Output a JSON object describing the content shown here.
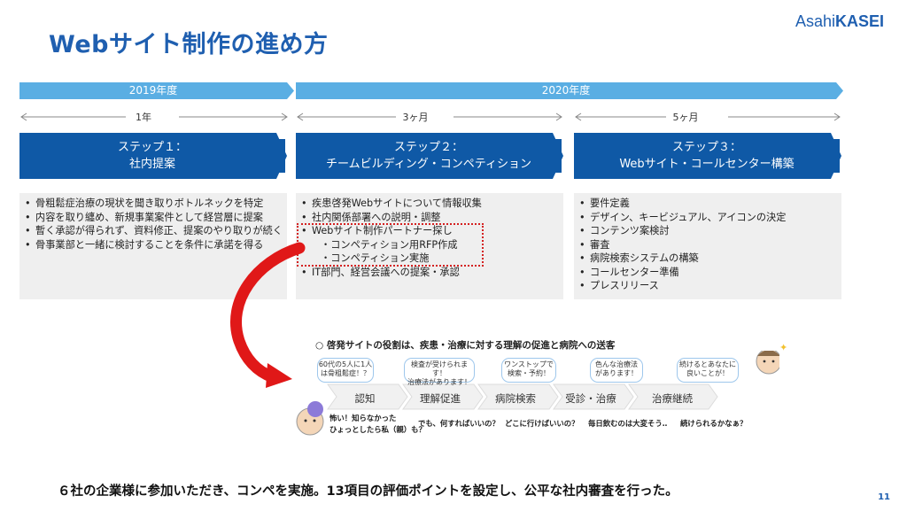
{
  "header": {
    "title": "Webサイト制作の進め方",
    "logo_prefix": "Asahi",
    "logo_bold": "KASEI"
  },
  "timeline": {
    "years": [
      "2019年度",
      "2020年度"
    ],
    "durations": [
      "1年",
      "3ヶ月",
      "5ヶ月"
    ]
  },
  "steps": [
    {
      "line1": "ステップ１：",
      "line2": "社内提案"
    },
    {
      "line1": "ステップ２：",
      "line2": "チームビルディング・コンペティション"
    },
    {
      "line1": "ステップ３：",
      "line2": "Webサイト・コールセンター構築"
    }
  ],
  "panels": {
    "p1": [
      "骨粗鬆症治療の現状を聞き取りボトルネックを特定",
      "内容を取り纏め、新規事業案件として経営層に提案",
      "暫く承認が得られず、資料修正、提案のやり取りが続く",
      "骨事業部と一緒に検討することを条件に承諾を得る"
    ],
    "p2": {
      "items_before": [
        "疾患啓発Webサイトについて情報収集",
        "社内関係部署への説明・調整"
      ],
      "highlight_item": "Webサイト制作パートナー探し",
      "sub_items": [
        "・コンペティション用RFP作成",
        "・コンペティション実施"
      ],
      "items_after": [
        "IT部門、経営会議への提案・承認"
      ]
    },
    "p3": [
      "要件定義",
      "デザイン、キービジュアル、アイコンの決定",
      "コンテンツ案検討",
      "審査",
      "病院検索システムの構築",
      "コールセンター準備",
      "プレスリリース"
    ]
  },
  "flow": {
    "title": "○ 啓発サイトの役割は、疾患・治療に対する理解の促進と病院への送客",
    "bubbles": [
      [
        "60代の5人に1人",
        "は骨粗鬆症！？"
      ],
      [
        "検査が受けられます！",
        "治療法があります！"
      ],
      [
        "ワンストップで",
        "検索・予約！"
      ],
      [
        "色んな治療法",
        "があります！"
      ],
      [
        "続けるとあなたに",
        "良いことが！"
      ]
    ],
    "stages": [
      "認知",
      "理解促進",
      "病院検索",
      "受診・治療",
      "治療継続"
    ],
    "questions": [
      [
        "怖い！知らなかった",
        "ひょっとしたら私（親）も？"
      ],
      [
        "でも、何すればいいの？"
      ],
      [
        "どこに行けばいいの？"
      ],
      [
        "毎日飲むのは大変そう‥"
      ],
      [
        "続けられるかなぁ？"
      ]
    ]
  },
  "footer": {
    "summary": "６社の企業様に参加いただき、コンペを実施。13項目の評価ポイントを設定し、公平な社内審査を行った。",
    "page_number": "11"
  },
  "colors": {
    "title_blue": "#1f5fb0",
    "year_bar": "#5aaee3",
    "step_blue": "#0f59a6",
    "panel_gray": "#efefef",
    "arrow_red": "#e01818"
  }
}
